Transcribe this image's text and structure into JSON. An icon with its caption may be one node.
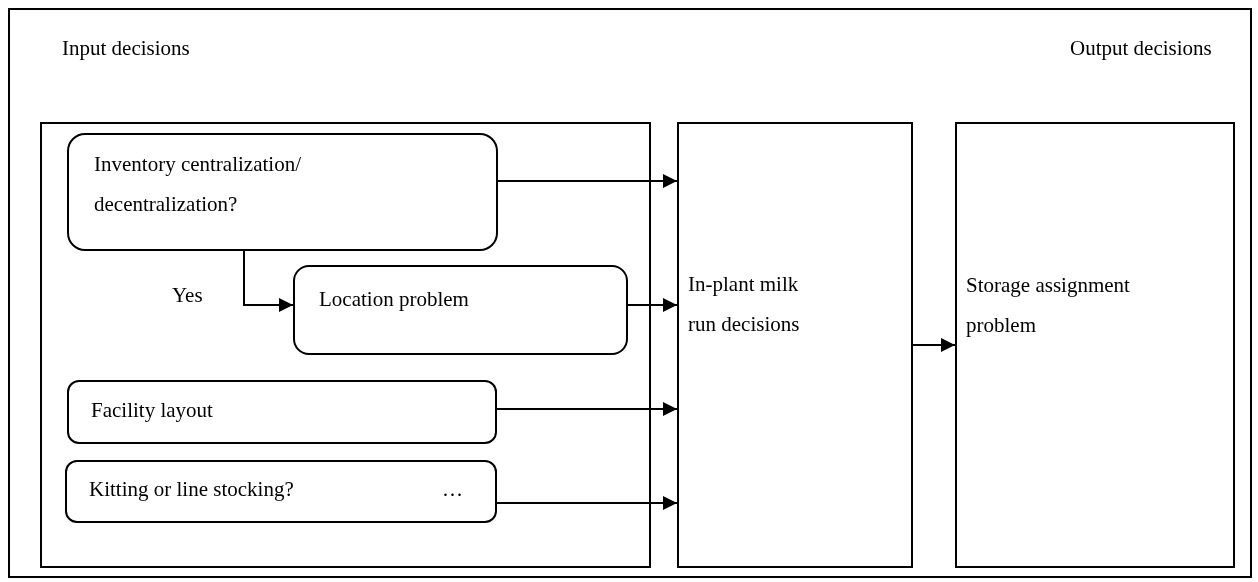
{
  "diagram": {
    "nodes": [
      {
        "text": [],
        "shape": "box"
      },
      {
        "text": [
          "Inventory centralization/ decentralization?"
        ],
        "in": 0
      },
      {
        "text": [
          "Location problem"
        ],
        "in": 0
      },
      {
        "text": [
          "Facility layout"
        ],
        "in": 0
      },
      {
        "text": [
          "Kitting or line stocking?",
          "…"
        ],
        "in": 0
      },
      {
        "text": [
          "In-plant milk run decisions"
        ]
      },
      {
        "text": [
          "Storage assignment problem"
        ]
      }
    ],
    "edges": [
      {
        "from": 1,
        "to": 5,
        "arrow": "to"
      },
      {
        "from": 1,
        "to": 2,
        "arrow": "to",
        "label": "Yes"
      },
      {
        "from": 2,
        "to": 5,
        "arrow": "to"
      },
      {
        "from": 3,
        "to": 5,
        "arrow": "to"
      },
      {
        "from": 4,
        "to": 5,
        "arrow": "to"
      },
      {
        "from": 5,
        "to": 6,
        "arrow": "to"
      }
    ],
    "labels": [
      "Input decisions",
      "Output decisions"
    ]
  }
}
